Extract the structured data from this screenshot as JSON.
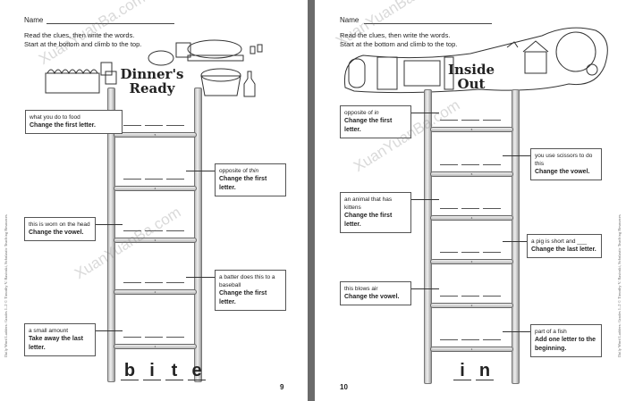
{
  "watermark": "轩媛爸 XuanYuanBa.com",
  "copyright": "Daily Word Ladders: Grades 1–2 © Timothy V. Rasinski, Scholastic Teaching Resources",
  "pages": [
    {
      "name_label": "Name",
      "instructions": [
        "Read the clues, then write the words.",
        "Start at the bottom and climb to the top."
      ],
      "title": "Dinner's Ready",
      "page_number": "9",
      "start_word": [
        "b",
        "i",
        "t",
        "e"
      ],
      "rung_numbers": [
        "5",
        "4",
        "3",
        "2",
        "1"
      ],
      "clues": [
        {
          "text": "what you do to food",
          "instruction": "Change the first letter."
        },
        {
          "text": "opposite of ",
          "italic": "thin",
          "instruction": "Change the first letter."
        },
        {
          "text": "this is worn on the head",
          "instruction": "Change the vowel."
        },
        {
          "text": "a batter does this to a baseball",
          "instruction": "Change the first letter."
        },
        {
          "text": "a small amount",
          "instruction": "Take away the last letter."
        }
      ]
    },
    {
      "name_label": "Name",
      "instructions": [
        "Read the clues, then write the words.",
        "Start at the bottom and climb to the top."
      ],
      "title": "Inside Out",
      "page_number": "10",
      "start_word": [
        "i",
        "n"
      ],
      "rung_numbers": [
        "6",
        "5",
        "4",
        "3",
        "2",
        "1"
      ],
      "clues": [
        {
          "text": "opposite of ",
          "italic": "in",
          "instruction": "Change the first letter."
        },
        {
          "text": "you use scissors to do this",
          "instruction": "Change the vowel."
        },
        {
          "text": "an animal that has kittens",
          "instruction": "Change the first letter."
        },
        {
          "text": "a pig is short and ___",
          "instruction": "Change the last letter."
        },
        {
          "text": "this blows air",
          "instruction": "Change the vowel."
        },
        {
          "text": "part of a fish",
          "instruction": "Add one letter to the beginning."
        }
      ]
    }
  ]
}
